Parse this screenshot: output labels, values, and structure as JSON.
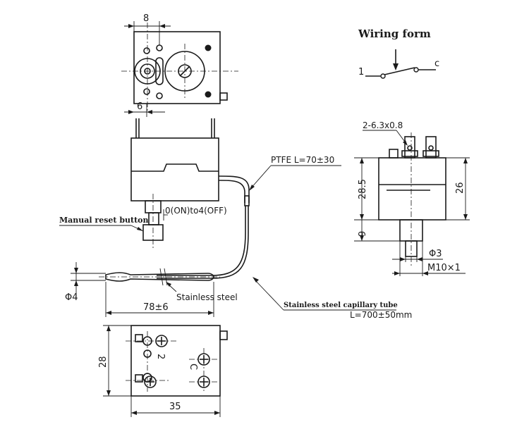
{
  "wiring": {
    "title": "Wiring form",
    "terminal_1": "1",
    "terminal_c": "c"
  },
  "top_view": {
    "dim_width": "8",
    "dim_offset": "6"
  },
  "side_view": {
    "ptfe_label": "PTFE L=70±30",
    "range_label": "0(ON)to4(OFF)",
    "reset_button_label": "Manual reset button",
    "diameter_label": "Φ4",
    "probe_length": "78±6",
    "probe_material": "Stainless steel",
    "capillary_label": "Stainless steel capillary tube",
    "capillary_length": "L=700±50mm"
  },
  "front_view": {
    "tab_label": "2-6.3x0.8",
    "height_body": "28.5",
    "height_total": "26",
    "shaft_height": "9",
    "shaft_diameter": "Φ3",
    "thread": "M10×1"
  },
  "bottom_view": {
    "height": "28",
    "width": "35",
    "terminal_2": "2",
    "terminal_c": "C"
  }
}
